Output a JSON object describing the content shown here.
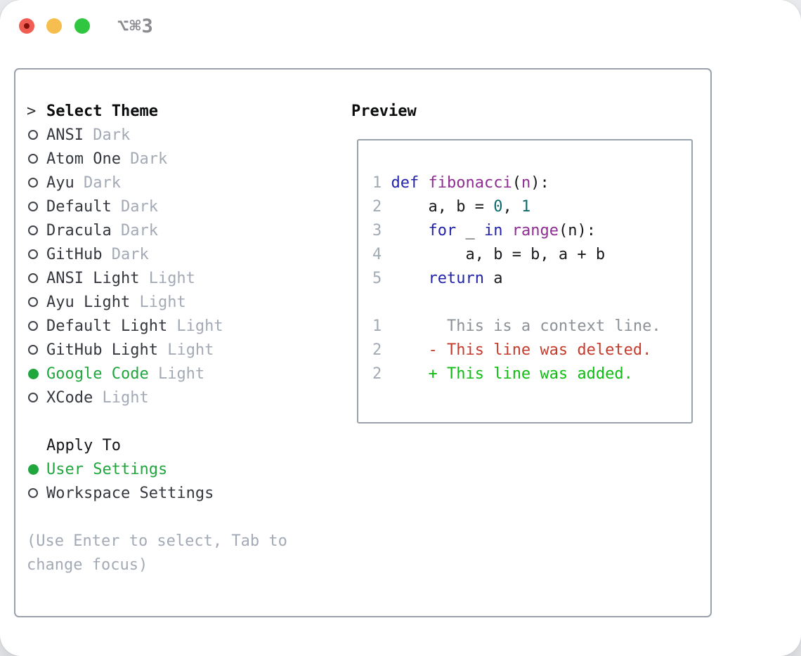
{
  "window": {
    "title": "⌥⌘3"
  },
  "left_panel": {
    "header": {
      "prefix": ">",
      "label": "Select Theme"
    },
    "themes": [
      {
        "name": "ANSI",
        "variant": "Dark",
        "selected": false
      },
      {
        "name": "Atom One",
        "variant": "Dark",
        "selected": false
      },
      {
        "name": "Ayu",
        "variant": "Dark",
        "selected": false
      },
      {
        "name": "Default",
        "variant": "Dark",
        "selected": false
      },
      {
        "name": "Dracula",
        "variant": "Dark",
        "selected": false
      },
      {
        "name": "GitHub",
        "variant": "Dark",
        "selected": false
      },
      {
        "name": "ANSI Light",
        "variant": "Light",
        "selected": false
      },
      {
        "name": "Ayu Light",
        "variant": "Light",
        "selected": false
      },
      {
        "name": "Default Light",
        "variant": "Light",
        "selected": false
      },
      {
        "name": "GitHub Light",
        "variant": "Light",
        "selected": false
      },
      {
        "name": "Google Code",
        "variant": "Light",
        "selected": true
      },
      {
        "name": "XCode",
        "variant": "Light",
        "selected": false
      }
    ],
    "apply_to": {
      "label": "Apply To",
      "options": [
        {
          "label": "User Settings",
          "selected": true
        },
        {
          "label": "Workspace Settings",
          "selected": false
        }
      ]
    },
    "help": {
      "line1": "(Use Enter to select, Tab to",
      "line2": "change focus)"
    }
  },
  "preview": {
    "label": "Preview",
    "lines": [
      [
        [
          "num",
          "1"
        ],
        [
          "pln",
          " "
        ],
        [
          "kw",
          "def"
        ],
        [
          "pln",
          " "
        ],
        [
          "fn",
          "fibonacci"
        ],
        [
          "pln",
          "("
        ],
        [
          "fn",
          "n"
        ],
        [
          "pln",
          "):"
        ]
      ],
      [
        [
          "num",
          "2"
        ],
        [
          "sp",
          "     "
        ],
        [
          "pln",
          "a, b = "
        ],
        [
          "lit",
          "0"
        ],
        [
          "pln",
          ", "
        ],
        [
          "lit",
          "1"
        ]
      ],
      [
        [
          "num",
          "3"
        ],
        [
          "sp",
          "     "
        ],
        [
          "kw",
          "for"
        ],
        [
          "pln",
          " _ "
        ],
        [
          "kw",
          "in"
        ],
        [
          "pln",
          " "
        ],
        [
          "fn",
          "range"
        ],
        [
          "pln",
          "(n):"
        ]
      ],
      [
        [
          "num",
          "4"
        ],
        [
          "sp",
          "     "
        ],
        [
          "pln",
          "    a, b = b, a + b"
        ]
      ],
      [
        [
          "num",
          "5"
        ],
        [
          "sp",
          "     "
        ],
        [
          "kw",
          "return"
        ],
        [
          "pln",
          " a"
        ]
      ],
      [],
      [
        [
          "num",
          "1"
        ],
        [
          "ctx",
          "       This is a context line."
        ]
      ],
      [
        [
          "num",
          "2"
        ],
        [
          "sp",
          "     "
        ],
        [
          "del",
          "- This line was deleted."
        ]
      ],
      [
        [
          "num",
          "2"
        ],
        [
          "sp",
          "     "
        ],
        [
          "add",
          "+ This line was added."
        ]
      ]
    ]
  },
  "colors": {
    "accent-green": "#21a63e",
    "diff-add": "#10bd12",
    "diff-del": "#c53b2c",
    "diff-ctx": "#8b9196",
    "syntax-kw": "#2323a9",
    "syntax-fn": "#8f2d92",
    "syntax-lit": "#0b6a69",
    "syntax-pln": "#17191c",
    "gutter-gray": "#a2aab4",
    "muted-gray": "#a3aab6",
    "item-text": "#34383e",
    "border-gray": "#99a1ac",
    "header-black": "#0b0c0d",
    "title-gray": "#8a8a8f",
    "tl-red": "#f05c52",
    "tl-red-dot": "#84110a",
    "tl-yellow": "#f6bd4f",
    "tl-green": "#31c63f"
  }
}
